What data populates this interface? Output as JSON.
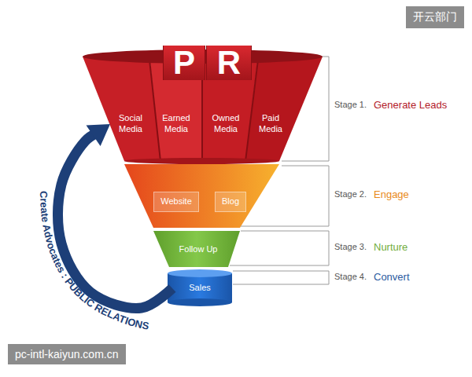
{
  "diagram": {
    "nodes": [
      {
        "text": [
          "P"
        ]
      },
      {
        "text": [
          "R"
        ]
      },
      {
        "text": [
          "Social Media"
        ]
      },
      {
        "text": [
          "Earned Media"
        ]
      },
      {
        "text": [
          "Owned Media"
        ]
      },
      {
        "text": [
          "Paid Media"
        ]
      },
      {
        "text": [
          "Website"
        ]
      },
      {
        "text": [
          "Blog"
        ]
      },
      {
        "text": [
          "Follow Up"
        ]
      },
      {
        "text": [
          "Sales"
        ]
      }
    ],
    "edges": [
      {
        "from": 9,
        "to": 2,
        "arrow": "to",
        "label": "Create Advocates : PUBLIC RELATIONS"
      }
    ],
    "labels": [
      "Stage 1.",
      "Generate Leads",
      "Stage 2.",
      "Engage",
      "Stage 3.",
      "Nurture",
      "Stage 4.",
      "Convert",
      "开云部门",
      "pc-intl-kaiyun.com.cn"
    ]
  }
}
